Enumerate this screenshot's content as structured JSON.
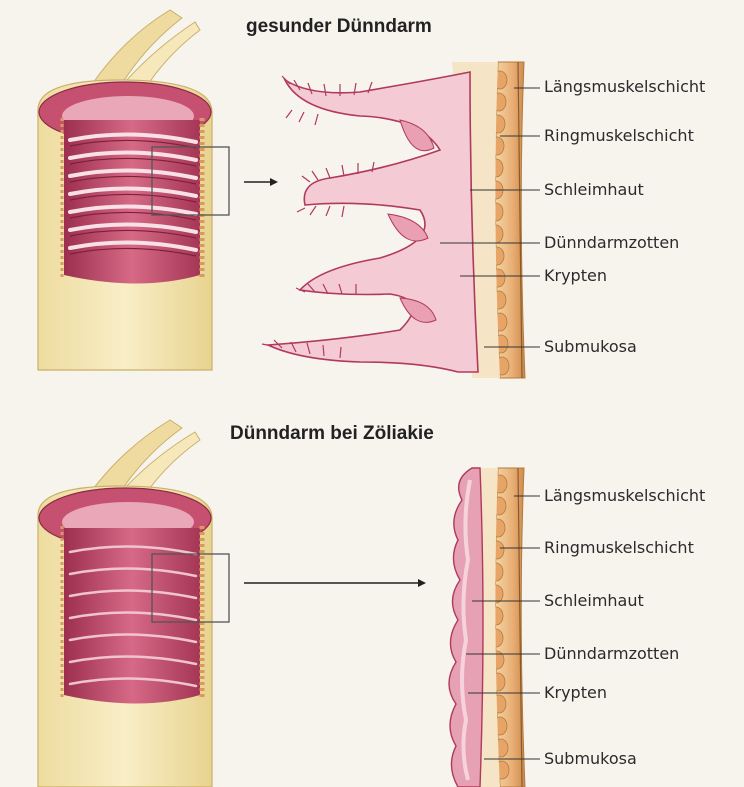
{
  "panels": {
    "healthy": {
      "title": "gesunder Dünndarm",
      "labels": {
        "laengsmuskel": "Längsmuskelschicht",
        "ringmuskel": "Ringmuskelschicht",
        "schleimhaut": "Schleimhaut",
        "zotten": "Dünndarmzotten",
        "krypten": "Krypten",
        "submukosa": "Submukosa"
      }
    },
    "celiac": {
      "title": "Dünndarm bei Zöliakie",
      "labels": {
        "laengsmuskel": "Längsmuskelschicht",
        "ringmuskel": "Ringmuskelschicht",
        "schleimhaut": "Schleimhaut",
        "zotten": "Dünndarmzotten",
        "krypten": "Krypten",
        "submukosa": "Submukosa"
      }
    }
  },
  "colors": {
    "tube_outer": "#f3e7b4",
    "tube_shadow": "#e3d08e",
    "mucosa": "#c04a6a",
    "mucosa_light": "#e6a9b8",
    "villi_fill": "#f4cbd5",
    "villi_stroke": "#b03a5c",
    "submucosa": "#f4e2c4",
    "muscle": "#e9b27a",
    "muscle_dark": "#c98a4b",
    "leader": "#333333"
  }
}
